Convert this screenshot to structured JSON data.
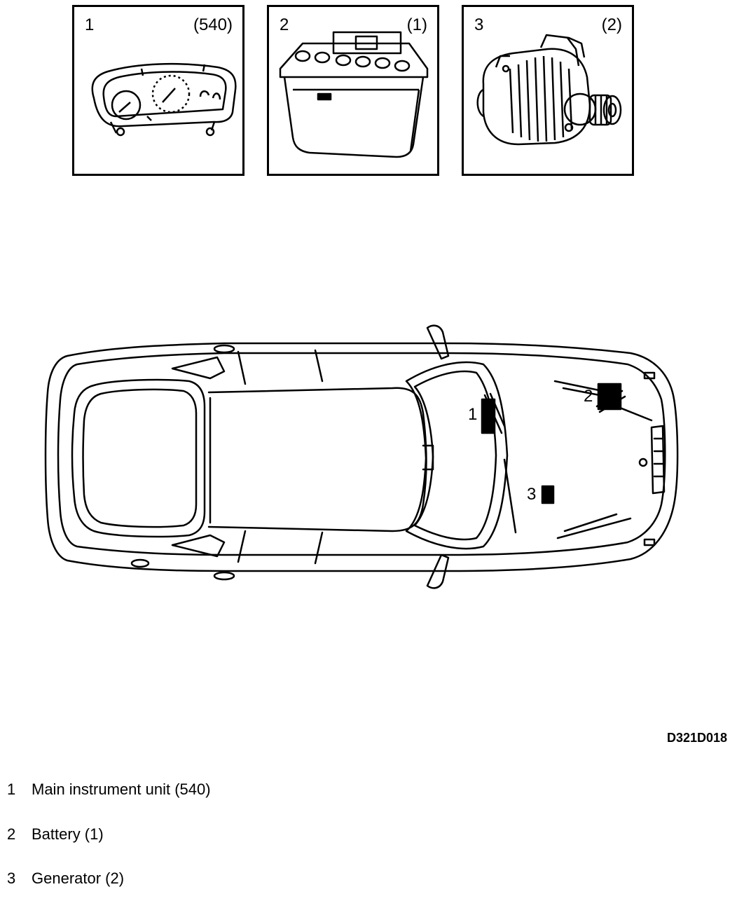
{
  "panels": [
    {
      "number": "1",
      "code": "(540)",
      "icon": "instrument-cluster-icon"
    },
    {
      "number": "2",
      "code": "(1)",
      "icon": "battery-icon"
    },
    {
      "number": "3",
      "code": "(2)",
      "icon": "generator-icon"
    }
  ],
  "callouts": [
    "1",
    "2",
    "3"
  ],
  "figure_code": "D321D018",
  "legend": [
    {
      "number": "1",
      "text": "Main instrument unit (540)"
    },
    {
      "number": "2",
      "text": "Battery (1)"
    },
    {
      "number": "3",
      "text": "Generator (2)"
    }
  ]
}
